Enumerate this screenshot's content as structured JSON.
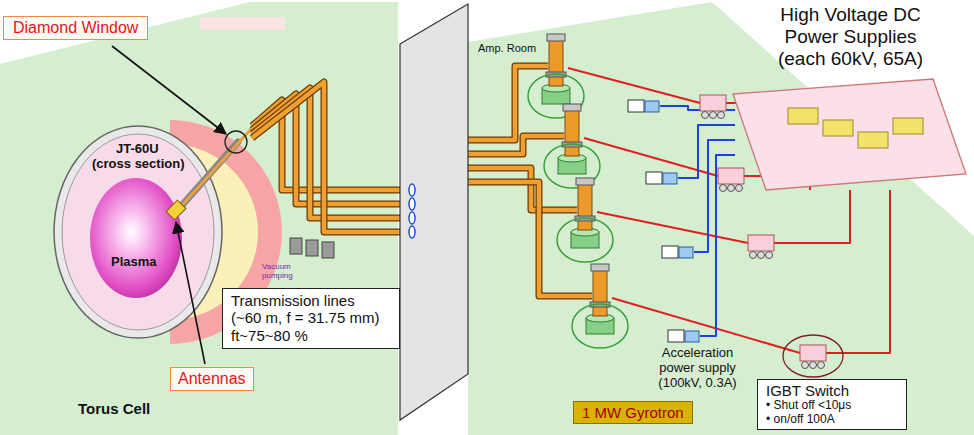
{
  "diagram": {
    "nodes": [
      {
        "text": [
          "Diamond Window"
        ]
      },
      {
        "text": [
          "Antennas"
        ]
      },
      {
        "text": [
          "Transmission lines",
          "(~60 m, f = 31.75 mm) ft~75~80 %"
        ]
      },
      {
        "text": [
          "1 MW Gyrotron"
        ]
      },
      {
        "text": [
          "High Voltage DC Power Supplies",
          "(each 60kV, 65A)"
        ]
      },
      {
        "text": [
          "IGBT Switch",
          "• Shut off <10μs",
          "• on/off 100A"
        ]
      }
    ],
    "labels": [
      "JT-60U",
      "(cross section)",
      "Plasma",
      "Torus Cell",
      "Vacuum pumping",
      "Amp. Room",
      "Acceleration power supply (100kV, 0.3A)"
    ]
  }
}
